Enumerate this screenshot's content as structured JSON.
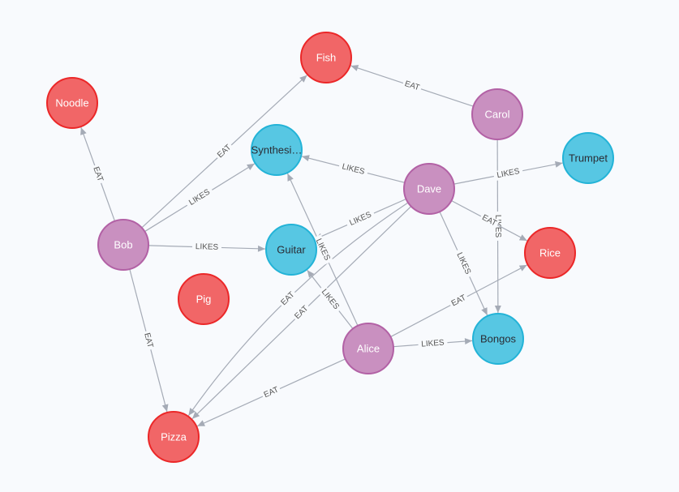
{
  "colors": {
    "person_fill": "#c990c0",
    "person_stroke": "#b261a5",
    "person_text": "#ffffff",
    "food_fill": "#f16667",
    "food_stroke": "#eb2728",
    "food_text": "#ffffff",
    "instrument_fill": "#57c7e3",
    "instrument_stroke": "#23b3d7",
    "instrument_text": "#2a2c34",
    "edge": "#a5abb6"
  },
  "nodes": [
    {
      "id": "fish",
      "label": "Fish",
      "type": "food"
    },
    {
      "id": "noodle",
      "label": "Noodle",
      "type": "food"
    },
    {
      "id": "carol",
      "label": "Carol",
      "type": "person"
    },
    {
      "id": "synth",
      "label": "Synthesi…",
      "type": "instrument"
    },
    {
      "id": "trumpet",
      "label": "Trumpet",
      "type": "instrument"
    },
    {
      "id": "dave",
      "label": "Dave",
      "type": "person"
    },
    {
      "id": "bob",
      "label": "Bob",
      "type": "person"
    },
    {
      "id": "guitar",
      "label": "Guitar",
      "type": "instrument"
    },
    {
      "id": "rice",
      "label": "Rice",
      "type": "food"
    },
    {
      "id": "pig",
      "label": "Pig",
      "type": "food"
    },
    {
      "id": "alice",
      "label": "Alice",
      "type": "person"
    },
    {
      "id": "bongos",
      "label": "Bongos",
      "type": "instrument"
    },
    {
      "id": "pizza",
      "label": "Pizza",
      "type": "food"
    }
  ],
  "edges": [
    {
      "from": "carol",
      "to": "fish",
      "label": "EAT"
    },
    {
      "from": "carol",
      "to": "bongos",
      "label": "LIKES"
    },
    {
      "from": "bob",
      "to": "noodle",
      "label": "EAT"
    },
    {
      "from": "bob",
      "to": "fish",
      "label": "EAT"
    },
    {
      "from": "bob",
      "to": "synth",
      "label": "LIKES"
    },
    {
      "from": "bob",
      "to": "guitar",
      "label": "LIKES"
    },
    {
      "from": "bob",
      "to": "pizza",
      "label": "EAT"
    },
    {
      "from": "dave",
      "to": "synth",
      "label": "LIKES"
    },
    {
      "from": "dave",
      "to": "trumpet",
      "label": "LIKES"
    },
    {
      "from": "dave",
      "to": "guitar",
      "label": "LIKES"
    },
    {
      "from": "dave",
      "to": "rice",
      "label": "EAT"
    },
    {
      "from": "dave",
      "to": "bongos",
      "label": "LIKES"
    },
    {
      "from": "dave",
      "to": "pizza",
      "label": "EAT"
    },
    {
      "from": "dave",
      "to": "pizza",
      "label": "EAT",
      "curved": true
    },
    {
      "from": "alice",
      "to": "synth",
      "label": "LIKES"
    },
    {
      "from": "alice",
      "to": "guitar",
      "label": "LIKES"
    },
    {
      "from": "alice",
      "to": "rice",
      "label": "EAT"
    },
    {
      "from": "alice",
      "to": "bongos",
      "label": "LIKES"
    },
    {
      "from": "alice",
      "to": "pizza",
      "label": "EAT"
    }
  ]
}
